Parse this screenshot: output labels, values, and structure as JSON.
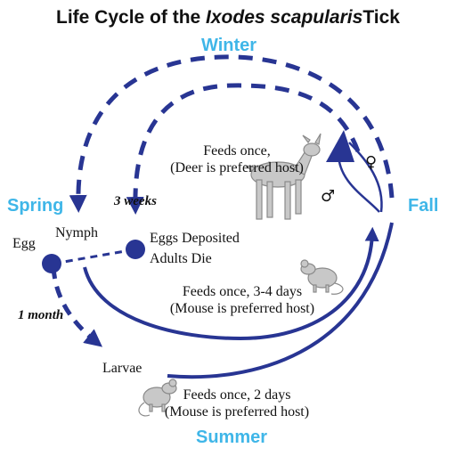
{
  "title": {
    "prefix": "Life Cycle of the ",
    "species": "Ixodes scapularis",
    "suffix": "Tick"
  },
  "seasons": {
    "winter": "Winter",
    "spring": "Spring",
    "summer": "Summer",
    "fall": "Fall"
  },
  "stages": {
    "egg": "Egg",
    "nymph": "Nymph",
    "larvae": "Larvae",
    "eggs_deposited": "Eggs Deposited",
    "adults_die": "Adults Die"
  },
  "durations": {
    "three_weeks": "3 weeks",
    "one_month": "1 month"
  },
  "feeding": {
    "adult_line1": "Feeds once,",
    "adult_line2": "(Deer is preferred host)",
    "nymph_line1": "Feeds once, 3-4 days",
    "nymph_line2": "(Mouse is preferred host)",
    "larvae_line1": "Feeds once, 2 days",
    "larvae_line2": "(Mouse is preferred host)"
  },
  "symbols": {
    "female": "♀",
    "male": "♂"
  },
  "colors": {
    "cycle": "#283593",
    "season": "#3fb6e8",
    "host_fill": "#c8c8c8",
    "host_stroke": "#8a8a8a"
  },
  "icons": [
    "deer-icon",
    "mouse-icon",
    "mouse-icon"
  ]
}
